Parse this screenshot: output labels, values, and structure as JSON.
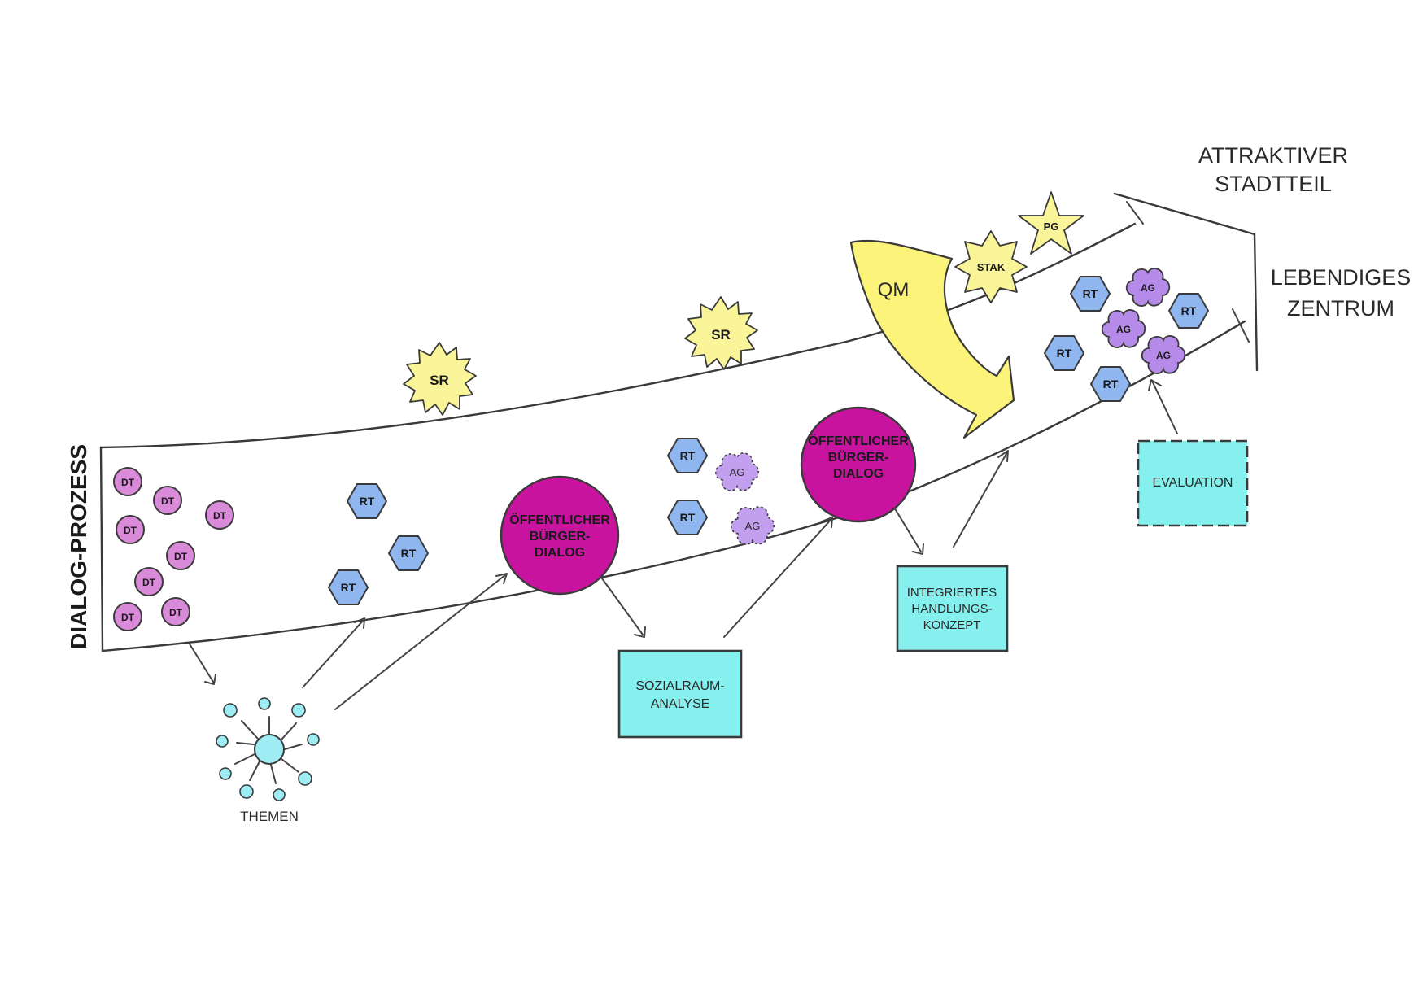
{
  "title": {
    "attraktiver": [
      "ATTRAKTIVER",
      "STADTTEIL"
    ],
    "lebendiges": [
      "LEBENDIGES",
      "ZENTRUM"
    ]
  },
  "side_label": "DIALOG-PROZESS",
  "nodes": {
    "dt": "DT",
    "rt": "RT",
    "ag": "AG",
    "sr": "SR",
    "stak": "STAK",
    "pg": "PG",
    "qm": "QM"
  },
  "buerger_dialog": [
    "ÖFFENTLICHER",
    "BÜRGER-",
    "DIALOG"
  ],
  "boxes": {
    "sozialraum": [
      "SOZIALRAUM-",
      "ANALYSE"
    ],
    "handlungskonzept": [
      "INTEGRIERTES",
      "HANDLUNGS-",
      "KONZEPT"
    ],
    "evaluation": [
      "EVALUATION"
    ]
  },
  "themen": "THEMEN",
  "colors": {
    "dt": "#d98ad8",
    "rt": "#8fb6ee",
    "ag": "#b58ae8",
    "sun": "#fbf59a",
    "dialog": "#c8139e",
    "box": "#86f0ee",
    "qm": "#fbf37a",
    "themen": "#9eecf4"
  }
}
